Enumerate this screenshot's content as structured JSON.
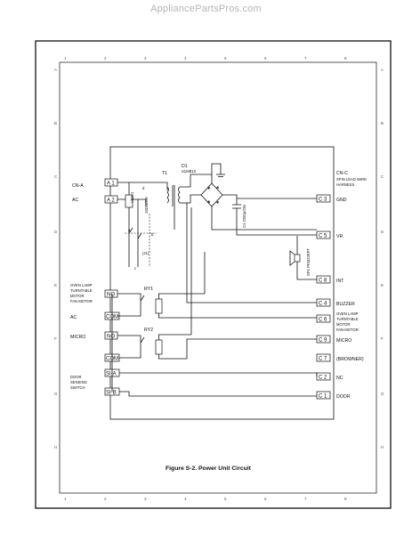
{
  "watermark": "AppliancePartsPros.com",
  "caption": "Figure S-2. Power Unit Circuit",
  "border": {
    "top_numbers": [
      "1",
      "2",
      "3",
      "4",
      "5",
      "6",
      "7",
      "8"
    ],
    "side_letters": [
      "A",
      "B",
      "C",
      "D",
      "E",
      "F",
      "G",
      "H"
    ]
  },
  "connectors": {
    "cn_a": {
      "name": "CN-A",
      "pin1": "A 1",
      "pin2": "A 2",
      "ac": "AC"
    },
    "cn_c": {
      "name": "CN-C",
      "desc1": "SPIN LEAD WIRE",
      "desc2": "HARNESS"
    },
    "left_pins": {
      "no1": "NO",
      "com1": "COM",
      "no2": "NO",
      "com2": "COM",
      "sa": "SI-A",
      "sb": "SI-B"
    },
    "right_pins": {
      "c3": "C 3",
      "c5": "C 5",
      "c8": "C 8",
      "c4": "C 4",
      "c6": "C 6",
      "c9": "C 9",
      "c7": "C 7",
      "c2": "C 2",
      "c1": "C 1"
    }
  },
  "components": {
    "t1": "T1",
    "d1": "D1",
    "d1_part": "S1MB10",
    "cap": "C1 2200μ/25v",
    "ry1": "RY1",
    "ry2": "RY2",
    "sp1": "SP1 PKM22EPT",
    "vrs": "VRS-1",
    "resistor": "15Ω/1/2W",
    "fuse": "F1",
    "j": "(J1)",
    "a": "a",
    "b": "b",
    "c": "c",
    "d": "d"
  },
  "left_labels": {
    "oven1": "OVEN LAMP",
    "turn1": "TURNTABLE",
    "motor1": "MOTOR",
    "fan1": "FAN MOTOR",
    "ac": "AC",
    "micro": "MICRO",
    "door1": "DOOR",
    "door2": "SENSING",
    "door3": "SWITCH"
  },
  "right_labels": {
    "gnd": "GND",
    "vr": "VR",
    "int": "INT",
    "buzzer": "BUZZER",
    "oven": "OVEN LAMP",
    "turn": "TURNTABLE",
    "motor": "MOTOR",
    "fan": "FAN MOTOR",
    "micro": "MICRO",
    "browner": "(BROWNER)",
    "nc": "NC",
    "door": "DOOR"
  }
}
